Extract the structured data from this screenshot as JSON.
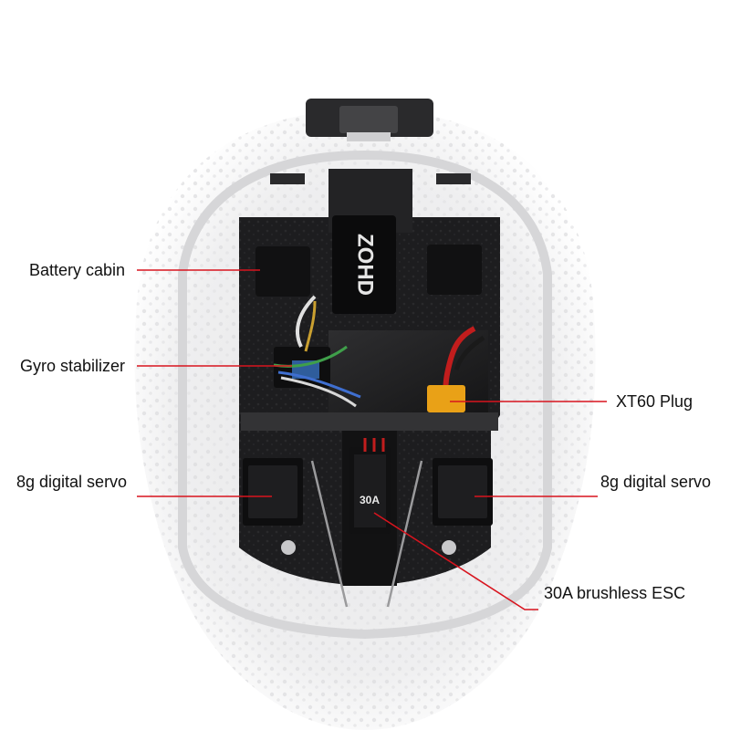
{
  "colors": {
    "leader_line": "#d8141e",
    "label_text": "#111111",
    "foam": "#ececee",
    "tray": "#1d1d1f"
  },
  "callouts": {
    "battery_cabin": "Battery cabin",
    "gyro_stabilizer": "Gyro stabilizer",
    "xt60_plug": "XT60 Plug",
    "servo_left": "8g digital servo",
    "servo_right": "8g digital servo",
    "esc": "30A brushless ESC"
  },
  "markings": {
    "brand_logo": "ZOHD",
    "esc_rating": "30A"
  }
}
